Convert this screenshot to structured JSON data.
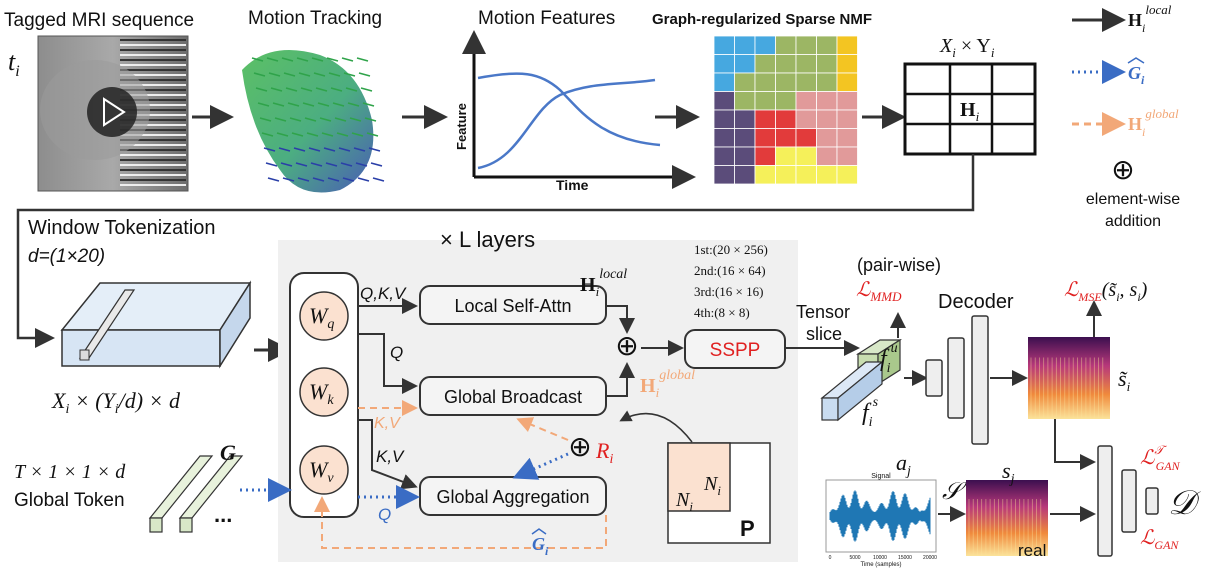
{
  "top_row": {
    "mri_label": "Tagged MRI sequence",
    "t_label": "t",
    "t_sub": "i",
    "tracking_label": "Motion  Tracking",
    "features_label": "Motion Features",
    "feature_axis": "Feature",
    "time_axis": "Time",
    "nmf_label": "Graph-regularized Sparse NMF",
    "matrix_title": "X",
    "matrix_title_mid": " × Y",
    "matrix_title_sub": "i",
    "matrix_cell": "H",
    "matrix_cell_sub": "i"
  },
  "legend": {
    "local_main": "H",
    "local_sub": "i",
    "local_sup": "local",
    "ghat_main": "G",
    "ghat_sub": "i",
    "global_main": "H",
    "global_sub": "i",
    "global_sup": "global",
    "plus_symbol": "⊕",
    "addition_line1": "element-wise",
    "addition_line2": "addition",
    "colors": {
      "local": "#333333",
      "ghat": "#3a6cc4",
      "global": "#f2a878"
    }
  },
  "tokenization": {
    "title": "Window Tokenization",
    "d_label": "d=(1×20)",
    "dims": "X",
    "dims_sub": "i",
    "dims_rest": " × (Y",
    "dims_rest_sub": "i",
    "dims_end": "/d) × d"
  },
  "transformer": {
    "layers": "× L layers",
    "wq": "W",
    "wq_sub": "q",
    "wk": "W",
    "wk_sub": "k",
    "wv": "W",
    "wv_sub": "v",
    "qkv": "Q,K,V",
    "q1": "Q",
    "kv_orange": "K,V",
    "kv_black": "K,V",
    "q_blue": "Q",
    "local_attn": "Local Self-Attn",
    "global_broadcast": "Global Broadcast",
    "global_aggregation": "Global Aggregation",
    "h_local": "H",
    "h_local_sub": "i",
    "h_local_sup": "local",
    "h_global": "H",
    "h_global_sub": "i",
    "h_global_sup": "global",
    "r": "R",
    "r_sub": "i",
    "ghat": "G",
    "ghat_sub": "i",
    "n1": "N",
    "n1_sub": "i",
    "n2": "N",
    "n2_sub": "i",
    "p": "P"
  },
  "global_token": {
    "dims": "T × 1 × 1 × d",
    "label": "Global Token",
    "g": "G",
    "dots": "..."
  },
  "sspp": {
    "label": "SSPP",
    "levels": [
      "1st:(20 × 256)",
      "2nd:(16 × 64)",
      "3rd:(16 × 16)",
      "4th:(8 × 8)"
    ]
  },
  "right": {
    "pairwise": "(pair-wise)",
    "l_mmd": "ℒ",
    "l_mmd_sub": "MMD",
    "tensor_slice_1": "Tensor",
    "tensor_slice_2": "slice",
    "f_u": "f",
    "f_u_sub": "i",
    "f_u_sup": "u",
    "f_s": "f",
    "f_s_sub": "i",
    "f_s_sup": "s",
    "decoder": "Decoder",
    "l_mse": "ℒ",
    "l_mse_sub": "MSE",
    "l_mse_args": "(s̃",
    "l_mse_args_sub": "i",
    "l_mse_args_end": ", s",
    "l_mse_args_end_sub": "i",
    "l_mse_close": ")",
    "s_tilde": "s̃",
    "s_tilde_sub": "i",
    "a": "a",
    "a_sub": "j",
    "s": "s",
    "s_sub": "j",
    "script_s": "𝒮",
    "signal_title": "Signal",
    "signal_xlabel": "Time (samples)",
    "signal_ticks": [
      "0",
      "5000",
      "10000",
      "15000",
      "20000"
    ],
    "real": "real",
    "l_gan_t": "ℒ",
    "l_gan_t_sup": "𝒯",
    "l_gan_t_sub": "GAN",
    "l_gan": "ℒ",
    "l_gan_sub": "GAN",
    "disc": "𝒟"
  }
}
